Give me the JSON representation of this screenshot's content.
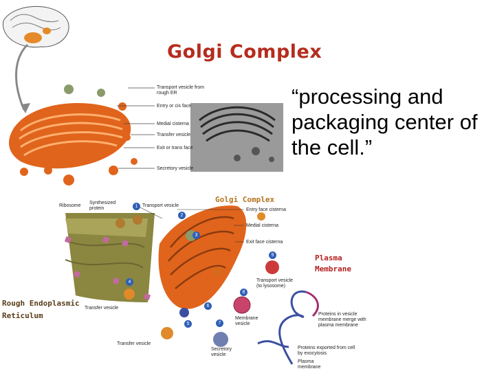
{
  "top_title": "Golgi Complex",
  "quote": "“processing and packaging center of the cell.”",
  "top_labels": [
    "Transport vesicle from rough ER",
    "Entry or cis face",
    "Medial cisterna",
    "Transfer vesicle",
    "Exit or trans face",
    "Secretory vesicle"
  ],
  "bottom_title": "Golgi Complex",
  "bottom_labels": {
    "ribosome": "Ribosome",
    "synthesized_protein": "Synthesized protein",
    "transport_vesicle": "Transport vesicle",
    "entry_face": "Entry face cisterna",
    "medial": "Medial cisterna",
    "exit_face": "Exit face cisterna",
    "transport_to_lysosome": "Transport vesicle (to lysosome)",
    "membrane_vesicle": "Membrane vesicle",
    "transfer_vesicle": "Transfer vesicle",
    "transfer_vesicle_2": "Transfer vesicle",
    "secretory": "Secretory vesicle",
    "proteins_merge": "Proteins in vesicle membrane merge with plasma membrane",
    "proteins_exported": "Proteins exported from cell by exocytosis",
    "plasma_membrane_label": "Plasma membrane"
  },
  "plasma_title": "Plasma Membrane",
  "rer_title": "Rough Endoplasmic Reticulum",
  "step_numbers": [
    "1",
    "2",
    "3",
    "4",
    "5",
    "6",
    "7",
    "8",
    "9"
  ],
  "colors": {
    "title_red": "#b52c1e",
    "golgi_orange": "#e0641c",
    "step_blue": "#2f5fb5",
    "er_olive": "#8b8640"
  }
}
